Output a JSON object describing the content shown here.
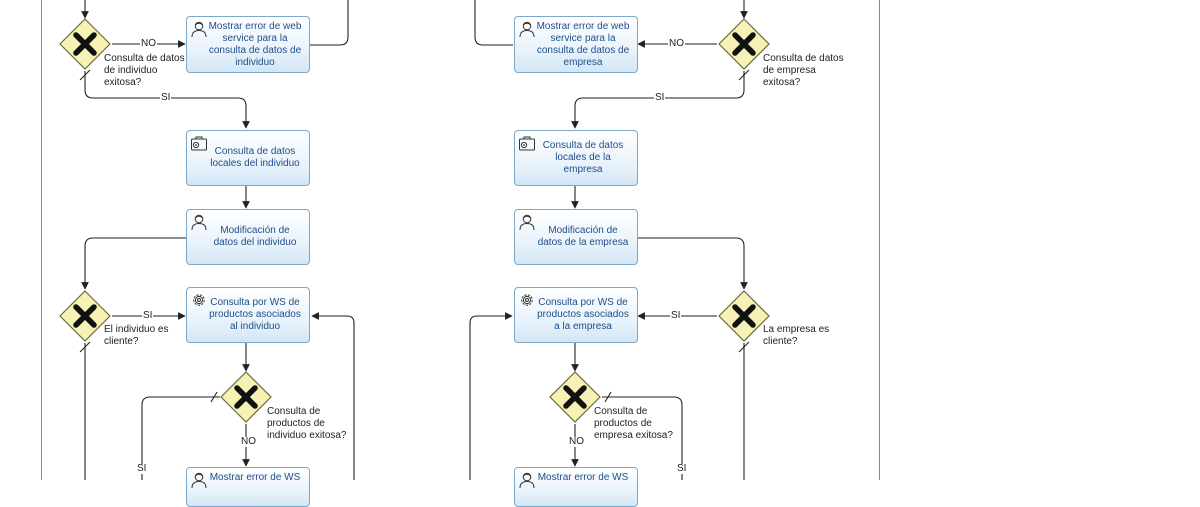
{
  "colors": {
    "task_border": "#7fa8c8",
    "task_text": "#1f4e8c",
    "gateway_fill": "#f6f1b4",
    "gateway_stroke": "#6c6c3a",
    "flow": "#222222"
  },
  "tasks": {
    "t1": {
      "text": "Mostrar error de web\nservice para la\nconsulta de datos de\nindividuo",
      "icon": "user-icon"
    },
    "t2": {
      "text": "Consulta de datos\nlocales del individuo",
      "icon": "briefcase-gear-icon"
    },
    "t3": {
      "text": "Modificación de\ndatos del individuo",
      "icon": "user-icon"
    },
    "t4": {
      "text": "Consulta por WS de\nproductos asociados\nal individuo",
      "icon": "gear-icon"
    },
    "t5": {
      "text": "Mostrar error de WS",
      "icon": "user-icon"
    },
    "t6": {
      "text": "Mostrar error de web\nservice para la\nconsulta de datos de\nempresa",
      "icon": "user-icon"
    },
    "t7": {
      "text": "Consulta de datos\nlocales de la\nempresa",
      "icon": "briefcase-gear-icon"
    },
    "t8": {
      "text": "Modificación de\ndatos de la empresa",
      "icon": "user-icon"
    },
    "t9": {
      "text": "Consulta por WS de\nproductos asociados\na la empresa",
      "icon": "gear-icon"
    },
    "t10": {
      "text": "Mostrar error de WS",
      "icon": "user-icon"
    }
  },
  "gateways": {
    "g1": "Consulta de datos\nde individuo\nexitosa?",
    "g2": "El individuo es\ncliente?",
    "g3": "Consulta de\nproductos de\nindividuo exitosa?",
    "g4": "Consulta de datos\nde empresa\nexitosa?",
    "g5": "La empresa es\ncliente?",
    "g6": "Consulta de\nproductos de\nempresa exitosa?"
  },
  "flow_labels": {
    "no": "NO",
    "si": "SI"
  }
}
